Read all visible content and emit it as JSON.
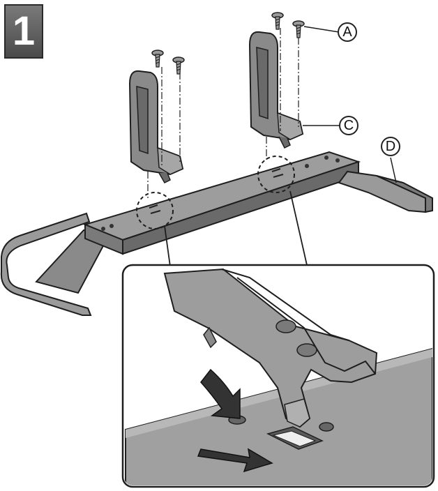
{
  "step": {
    "number": "1"
  },
  "labels": {
    "a": "A",
    "c": "C",
    "d": "D"
  },
  "colors": {
    "part_fill": "#8e8e8e",
    "part_dark": "#5e5e5e",
    "part_light": "#b8b8b8",
    "outline": "#1e1e1e"
  }
}
